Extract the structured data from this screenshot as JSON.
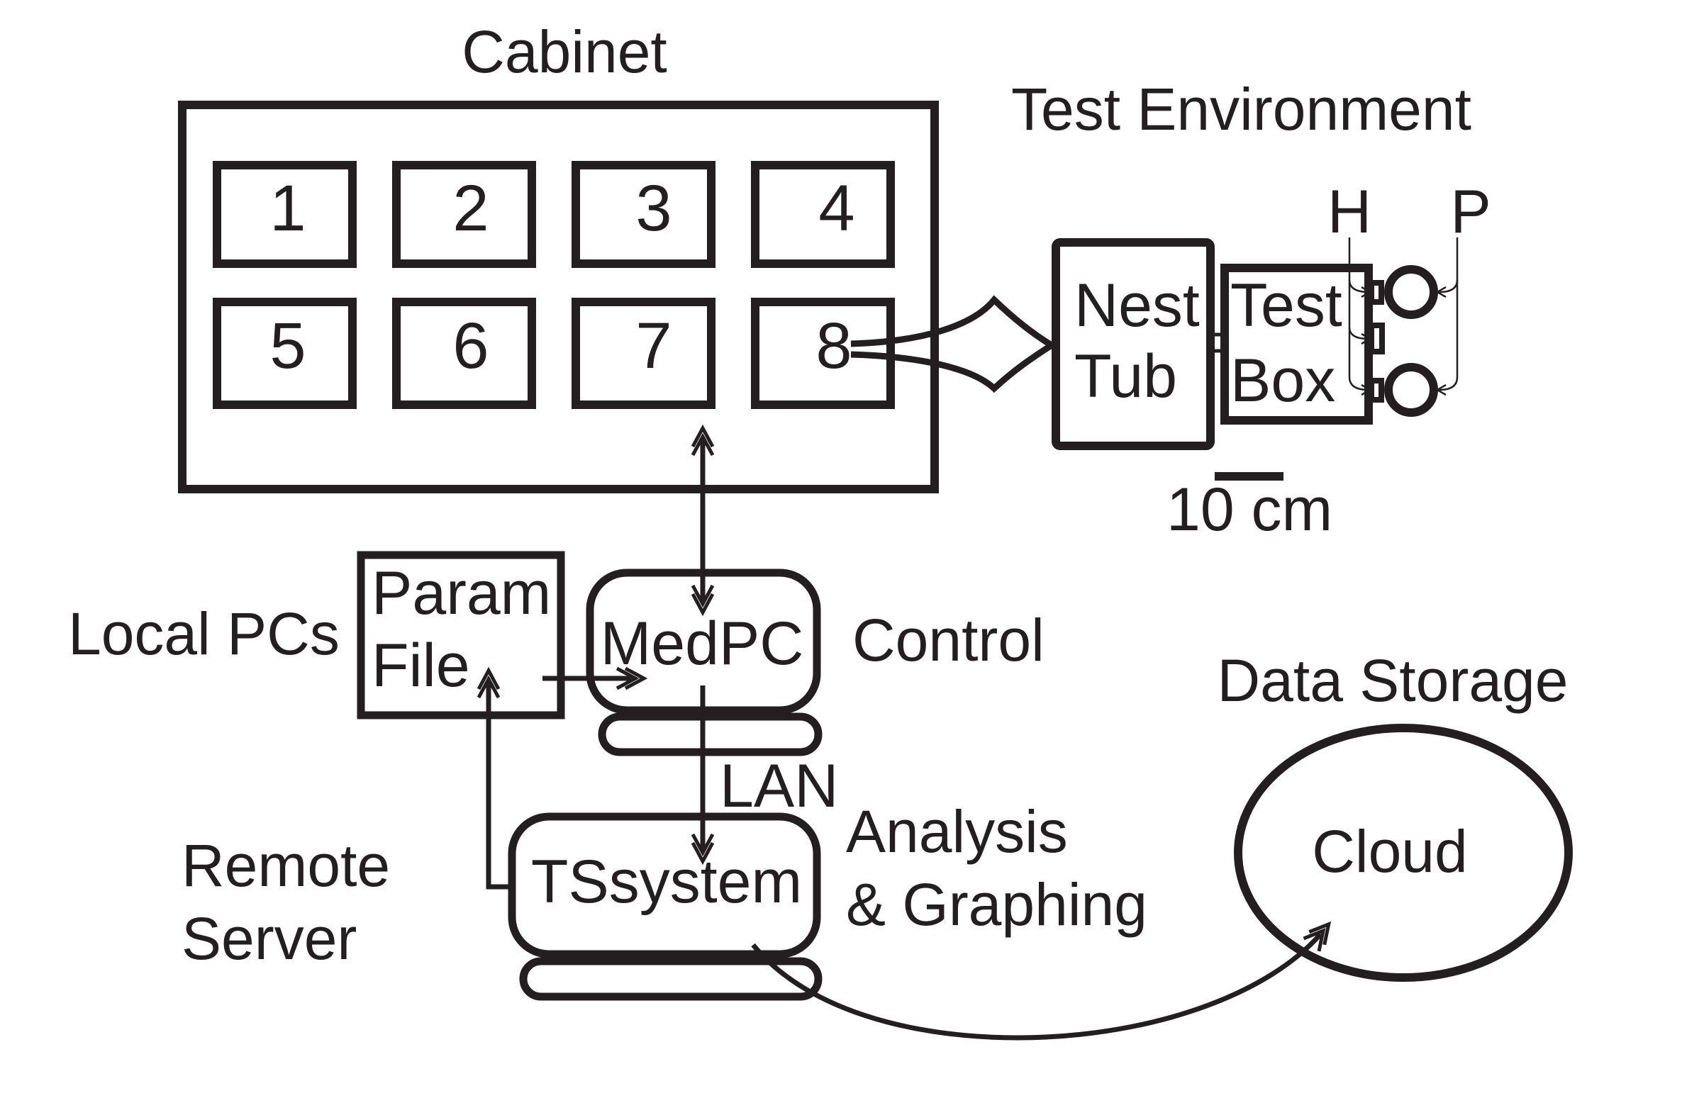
{
  "diagram": {
    "cabinet": {
      "title": "Cabinet",
      "slots": [
        "1",
        "2",
        "3",
        "4",
        "5",
        "6",
        "7",
        "8"
      ]
    },
    "test_environment": {
      "title": "Test Environment",
      "nest_tub": [
        "Nest",
        "Tub"
      ],
      "test_box": [
        "Test",
        "Box"
      ],
      "input_h": "H",
      "input_p": "P",
      "scale_bar": "10 cm"
    },
    "local_pcs": {
      "label": "Local PCs",
      "param_file": [
        "Param",
        "File"
      ],
      "medpc": "MedPC",
      "control": "Control",
      "link": "LAN"
    },
    "remote_server": {
      "label": [
        "Remote",
        "Server"
      ],
      "tssystem": "TSsystem",
      "analysis": [
        "Analysis",
        "& Graphing"
      ]
    },
    "data_storage": {
      "title": "Data Storage",
      "cloud": "Cloud"
    },
    "colors": {
      "ink": "#231f20",
      "background": "#ffffff"
    }
  }
}
